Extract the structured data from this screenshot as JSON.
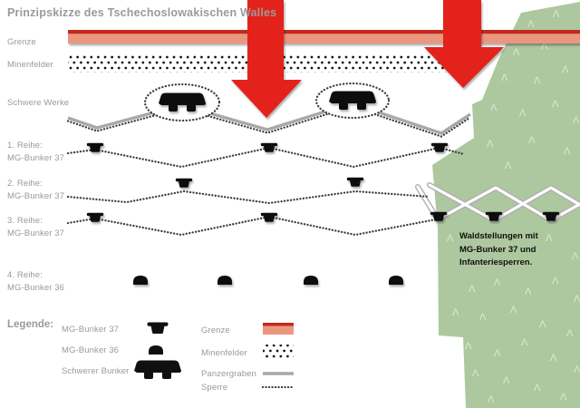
{
  "title": "Prinzipskizze des Tschechoslowakischen Walles",
  "colors": {
    "border_line": "#c2291e",
    "border_fill": "#eb9780",
    "arrow_red": "#e3241b",
    "forest_green": "#adc89e",
    "tree_green": "#dde9d4",
    "ink": "#101010",
    "steel_gray": "#a8a8a8",
    "chain_dark": "#3d3d3d",
    "label_gray": "#9a9a9a"
  },
  "layers": {
    "grenze": "Grenze",
    "minenfelder": "Minenfelder",
    "schwere_werke": "Schwere Werke",
    "rows": [
      {
        "line1": "1. Reihe:",
        "line2": "MG-Bunker 37"
      },
      {
        "line1": "2. Reihe:",
        "line2": "MG-Bunker 37"
      },
      {
        "line1": "3. Reihe:",
        "line2": "MG-Bunker 37"
      },
      {
        "line1": "4. Reihe:",
        "line2": "MG-Bunker 36"
      }
    ]
  },
  "forest_annotation": {
    "line1": "Waldstellungen mit",
    "line2": "MG-Bunker 37 und",
    "line3": "Infanteriesperren."
  },
  "legend": {
    "heading": "Legende:",
    "symbol_items": [
      {
        "label": "MG-Bunker 37",
        "icon": "mg-bunker-37-icon"
      },
      {
        "label": "MG-Bunker 36",
        "icon": "mg-bunker-36-icon"
      },
      {
        "label": "Schwerer Bunker",
        "icon": "schwerer-bunker-icon"
      }
    ],
    "line_items": [
      {
        "label": "Grenze",
        "icon": "border-band-swatch"
      },
      {
        "label": "Minenfelder",
        "icon": "minefield-dots-swatch"
      },
      {
        "label": "Panzergraben",
        "icon": "antitank-ditch-line-swatch"
      },
      {
        "label": "Sperre",
        "icon": "obstacle-chain-swatch"
      }
    ]
  }
}
